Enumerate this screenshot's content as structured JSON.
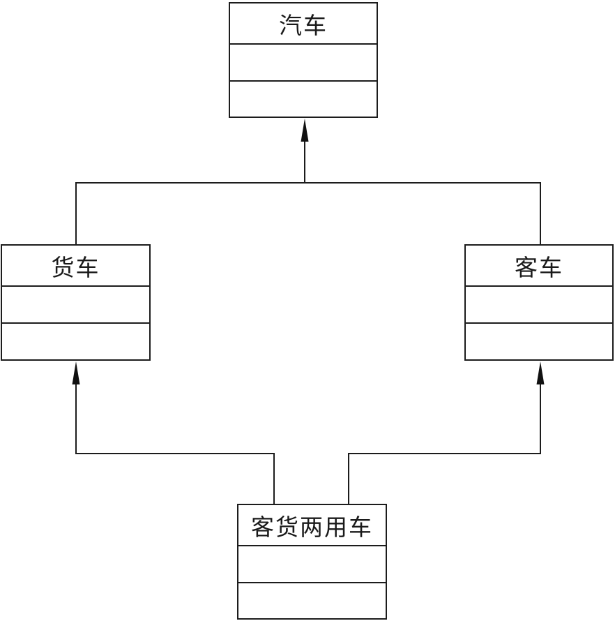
{
  "diagram": {
    "kind": "uml-class-inheritance-diagram",
    "background_color": "#ffffff",
    "line_color": "#1c1c1c",
    "classes": [
      {
        "id": "automobile",
        "name": "汽车"
      },
      {
        "id": "truck",
        "name": "货车"
      },
      {
        "id": "passenger-vehicle",
        "name": "客车"
      },
      {
        "id": "dual-purpose-vehicle",
        "name": "客货两用车"
      }
    ],
    "relations": [
      {
        "from": "货车",
        "to": "汽车",
        "type": "generalization"
      },
      {
        "from": "客车",
        "to": "汽车",
        "type": "generalization"
      },
      {
        "from": "客货两用车",
        "to": "货车",
        "type": "generalization"
      },
      {
        "from": "客货两用车",
        "to": "客车",
        "type": "generalization"
      }
    ]
  }
}
